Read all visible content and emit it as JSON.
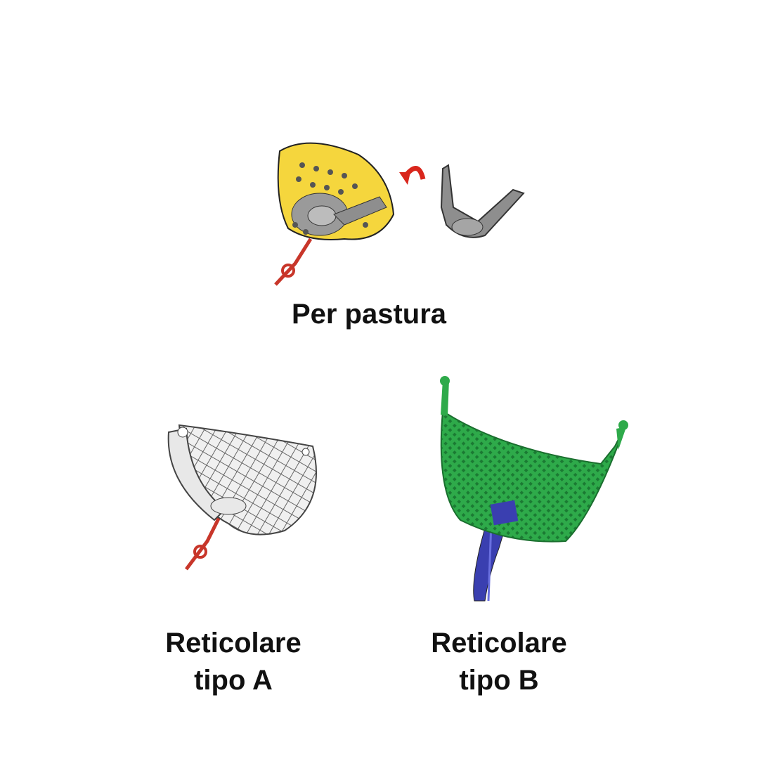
{
  "items": [
    {
      "label_lines": [
        "Per pastura"
      ],
      "colors": {
        "body": "#f5d63d",
        "metal": "#8e8e8e",
        "rope": "#c8362a",
        "arrow": "#d9261c"
      }
    },
    {
      "label_lines": [
        "Reticolare",
        "tipo A"
      ],
      "colors": {
        "body": "#e8e8e8",
        "outline": "#555555",
        "rope": "#c8362a"
      }
    },
    {
      "label_lines": [
        "Reticolare",
        "tipo B"
      ],
      "colors": {
        "body": "#2eaa4a",
        "strap": "#3a3fb0"
      }
    }
  ]
}
